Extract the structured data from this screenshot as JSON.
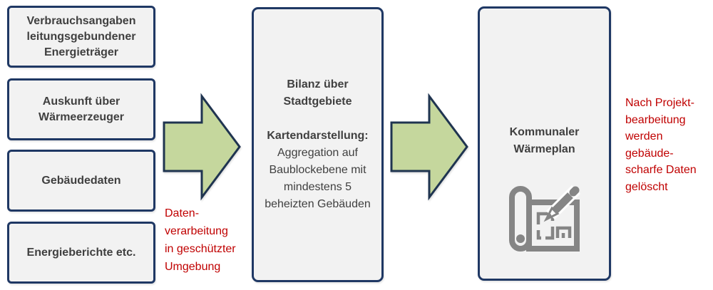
{
  "colors": {
    "box_fill": "#f2f2f2",
    "box_border": "#1f3864",
    "box_text": "#404040",
    "arrow_fill": "#c5d79d",
    "arrow_border": "#1f3450",
    "note_red": "#c00000",
    "icon_gray": "#858585"
  },
  "inputs": {
    "items": [
      {
        "label": "Verbrauchsangaben leitungsgebundener Energieträger"
      },
      {
        "label": "Auskunft über Wärmeerzeuger"
      },
      {
        "label": "Gebäudedaten"
      },
      {
        "label": "Energieberichte etc."
      }
    ]
  },
  "notes": {
    "processing": "Daten-\nverarbeitung\nin geschützter\nUmgebung",
    "deletion": "Nach Projekt-\nbearbeitung\nwerden\ngebäude-\nscharfe Daten\ngelöscht"
  },
  "process_panel": {
    "title": "Bilanz über\nStadtgebiete",
    "map_heading": "Kartendarstellung:",
    "map_body": "Aggregation auf\nBaublockebene mit\nmindestens 5\nbeheizten Gebäuden"
  },
  "output_panel": {
    "title": "Kommunaler\nWärmeplan",
    "icon": "blueprint-pencil-icon"
  }
}
